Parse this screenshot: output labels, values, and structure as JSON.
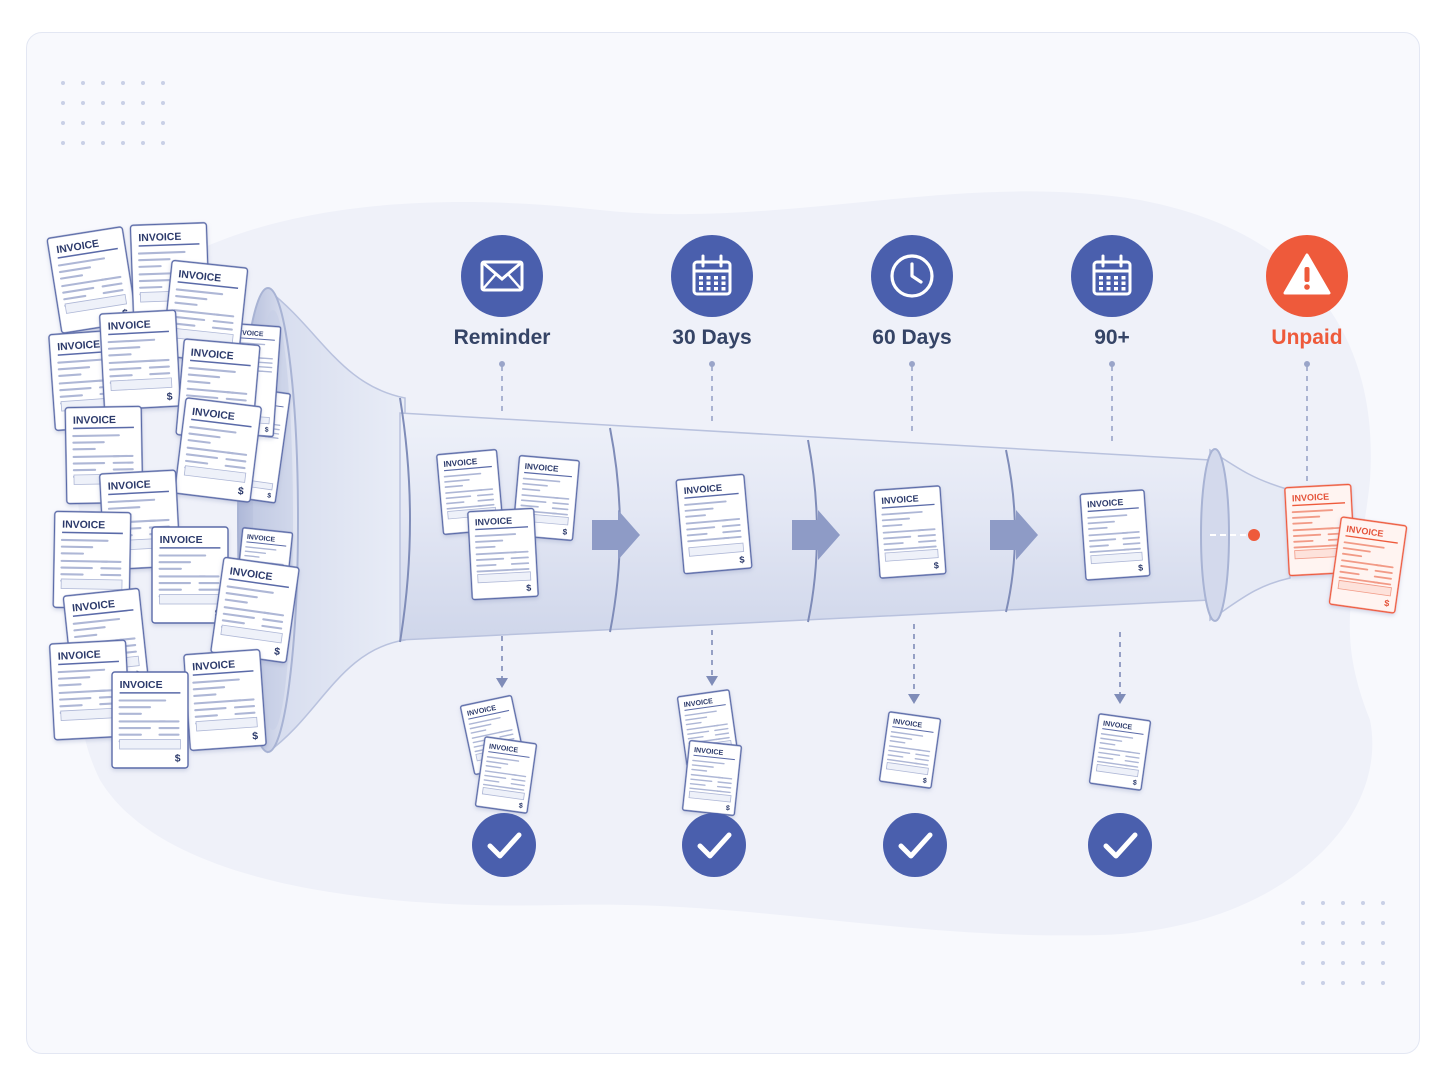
{
  "stages": [
    {
      "label": "Reminder",
      "icon": "envelope-icon",
      "resolved": true
    },
    {
      "label": "30 Days",
      "icon": "calendar-icon",
      "resolved": true
    },
    {
      "label": "60 Days",
      "icon": "clock-icon",
      "resolved": true
    },
    {
      "label": "90+",
      "icon": "calendar-icon",
      "resolved": true
    },
    {
      "label": "Unpaid",
      "icon": "warning-icon",
      "resolved": false
    }
  ],
  "document_label": "INVOICE",
  "currency_symbol": "$",
  "colors": {
    "primary": "#4a5fad",
    "alert": "#ee5a3b",
    "text": "#354466",
    "tube": "#dfe4f2",
    "background": "#f8f9fd"
  }
}
